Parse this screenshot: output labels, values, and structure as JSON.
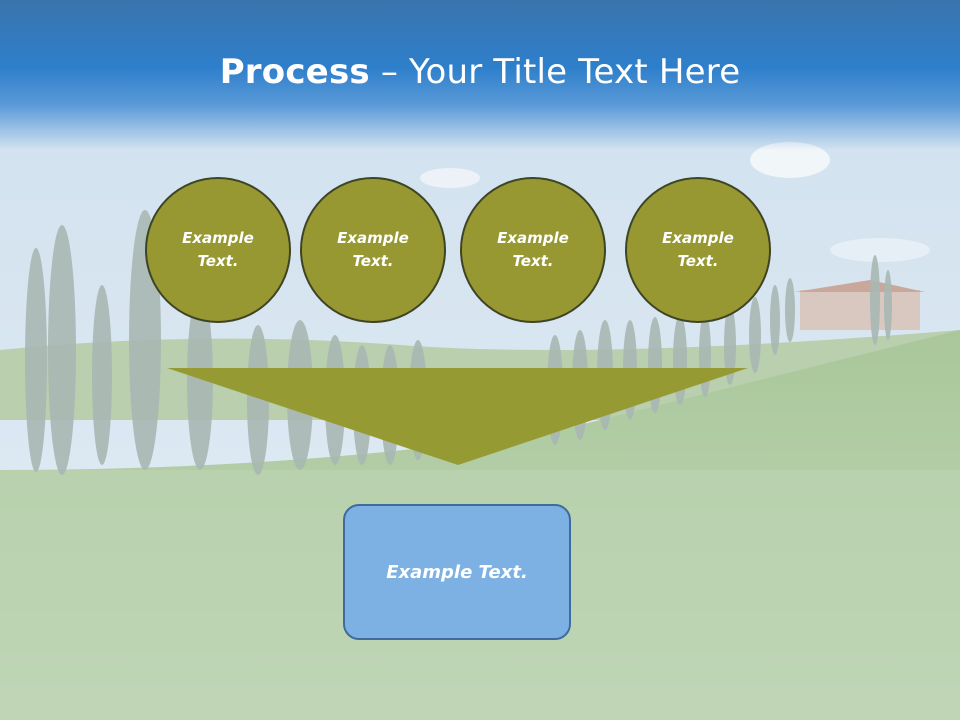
{
  "slide": {
    "title_bold": "Process",
    "title_rest": " – Your Title Text Here"
  },
  "process": {
    "steps": [
      {
        "label": "Example Text."
      },
      {
        "label": "Example Text."
      },
      {
        "label": "Example Text."
      },
      {
        "label": "Example Text."
      }
    ],
    "result": {
      "label": "Example Text."
    }
  },
  "colors": {
    "circle_fill": "#989832",
    "circle_border": "#3e4426",
    "funnel_fill": "#959a33",
    "result_fill": "#7db1e3",
    "result_border": "#3f6c9c",
    "title_bar": "#2e7fcb"
  }
}
